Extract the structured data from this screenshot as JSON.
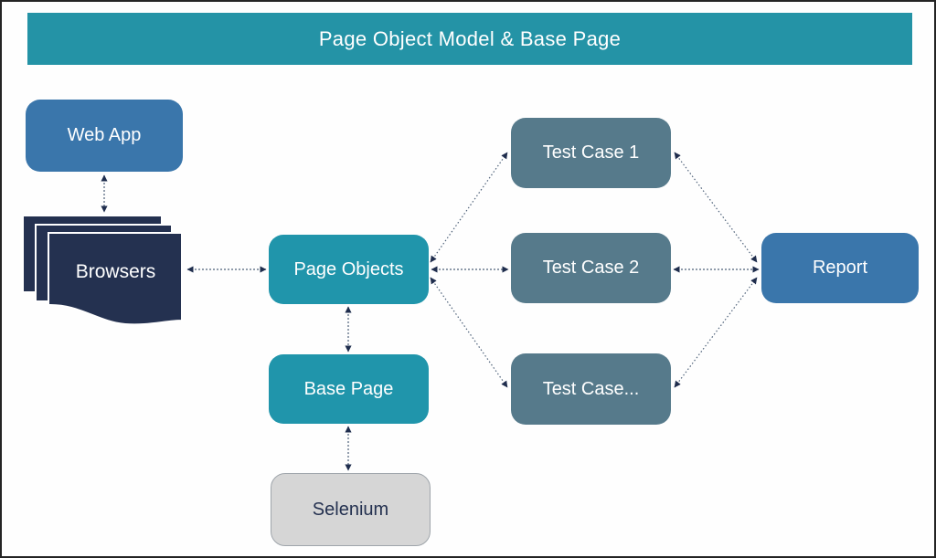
{
  "diagram": {
    "title": "Page Object Model & Base Page",
    "nodes": {
      "web_app": {
        "label": "Web App",
        "color": "#3a76ab"
      },
      "browsers": {
        "label": "Browsers",
        "color": "#243150"
      },
      "page_objects": {
        "label": "Page Objects",
        "color": "#2095ab"
      },
      "base_page": {
        "label": "Base Page",
        "color": "#2095ab"
      },
      "selenium": {
        "label": "Selenium",
        "color": "#d6d6d6"
      },
      "test_case_1": {
        "label": "Test Case 1",
        "color": "#567a8b"
      },
      "test_case_2": {
        "label": "Test Case 2",
        "color": "#567a8b"
      },
      "test_case_3": {
        "label": "Test Case...",
        "color": "#567a8b"
      },
      "report": {
        "label": "Report",
        "color": "#3a76ab"
      }
    },
    "colors": {
      "header_bar": "#2493a6",
      "arrow": "#4d6078",
      "arrowhead": "#1f2d4d",
      "background": "#fefefe",
      "border": "#242424"
    },
    "connections": [
      "Web App <-> Browsers",
      "Browsers <-> Page Objects",
      "Page Objects <-> Base Page",
      "Base Page <-> Selenium",
      "Page Objects <-> Test Case 1",
      "Page Objects <-> Test Case 2",
      "Page Objects <-> Test Case...",
      "Test Case 1 <-> Report",
      "Test Case 2 <-> Report",
      "Test Case... <-> Report"
    ]
  }
}
